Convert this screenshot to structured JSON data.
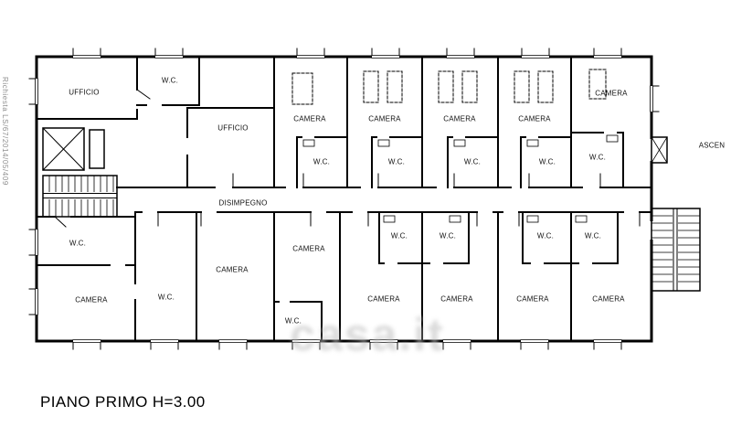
{
  "title": "PIANO PRIMO H=3.00",
  "watermarks": {
    "center": "casa.it",
    "side": "Richiesta LS/67/2014/05/409"
  },
  "colors": {
    "line": "#000000",
    "watermark_gray": "#bdbdbd"
  },
  "labels": [
    {
      "name": "ufficio-top-left",
      "text": "UFFICIO"
    },
    {
      "name": "wc-top-left",
      "text": "W.C."
    },
    {
      "name": "ufficio-center",
      "text": "UFFICIO"
    },
    {
      "name": "camera-top-1",
      "text": "CAMERA"
    },
    {
      "name": "camera-top-2",
      "text": "CAMERA"
    },
    {
      "name": "camera-top-3",
      "text": "CAMERA"
    },
    {
      "name": "camera-top-4",
      "text": "CAMERA"
    },
    {
      "name": "camera-top-right",
      "text": "CAMERA"
    },
    {
      "name": "wc-top-1",
      "text": "W.C."
    },
    {
      "name": "wc-top-2",
      "text": "W.C."
    },
    {
      "name": "wc-top-3",
      "text": "W.C."
    },
    {
      "name": "wc-top-4",
      "text": "W.C."
    },
    {
      "name": "wc-top-right",
      "text": "W.C."
    },
    {
      "name": "disimpegno",
      "text": "DISIMPEGNO"
    },
    {
      "name": "ascensore",
      "text": "ASCEN"
    },
    {
      "name": "wc-bottom-left",
      "text": "W.C."
    },
    {
      "name": "camera-bottom-left",
      "text": "CAMERA"
    },
    {
      "name": "wc-bottom-column",
      "text": "W.C."
    },
    {
      "name": "camera-bottom-2",
      "text": "CAMERA"
    },
    {
      "name": "camera-bottom-3",
      "text": "CAMERA"
    },
    {
      "name": "wc-bottom-small",
      "text": "W.C."
    },
    {
      "name": "wc-mid-1",
      "text": "W.C."
    },
    {
      "name": "wc-mid-2",
      "text": "W.C."
    },
    {
      "name": "wc-mid-3",
      "text": "W.C."
    },
    {
      "name": "wc-mid-4",
      "text": "W.C."
    },
    {
      "name": "camera-bottom-4",
      "text": "CAMERA"
    },
    {
      "name": "camera-bottom-5",
      "text": "CAMERA"
    },
    {
      "name": "camera-bottom-6",
      "text": "CAMERA"
    },
    {
      "name": "camera-bottom-7",
      "text": "CAMERA"
    }
  ]
}
